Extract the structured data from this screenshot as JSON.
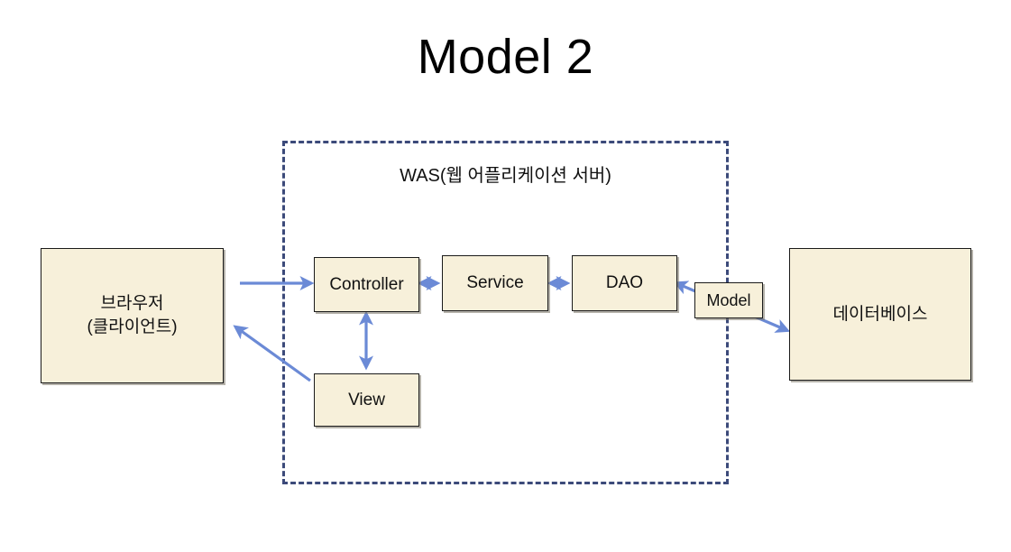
{
  "page": {
    "title": "Model 2",
    "background_color": "#ffffff"
  },
  "colors": {
    "node_fill": "#f7f0da",
    "node_border": "#1a1a1a",
    "arrow": "#6b8ad6",
    "boundary": "#3c4a7a",
    "text": "#111111"
  },
  "diagram": {
    "type": "architecture-flow",
    "boundary": {
      "name": "was-boundary",
      "label": "WAS(웹 어플리케이션 서버)",
      "style": "dashed"
    },
    "nodes": [
      {
        "id": "browser",
        "label": "브라우저\n(클라이언트)"
      },
      {
        "id": "controller",
        "label": "Controller"
      },
      {
        "id": "service",
        "label": "Service"
      },
      {
        "id": "dao",
        "label": "DAO"
      },
      {
        "id": "model",
        "label": "Model"
      },
      {
        "id": "view",
        "label": "View"
      },
      {
        "id": "database",
        "label": "데이터베이스"
      }
    ],
    "edges": [
      {
        "from": "browser",
        "to": "controller",
        "direction": "one-way"
      },
      {
        "from": "controller",
        "to": "service",
        "direction": "two-way"
      },
      {
        "from": "service",
        "to": "dao",
        "direction": "two-way"
      },
      {
        "from": "dao",
        "to": "database",
        "direction": "two-way",
        "via": "model"
      },
      {
        "from": "controller",
        "to": "view",
        "direction": "two-way"
      },
      {
        "from": "view",
        "to": "browser",
        "direction": "one-way"
      }
    ]
  }
}
